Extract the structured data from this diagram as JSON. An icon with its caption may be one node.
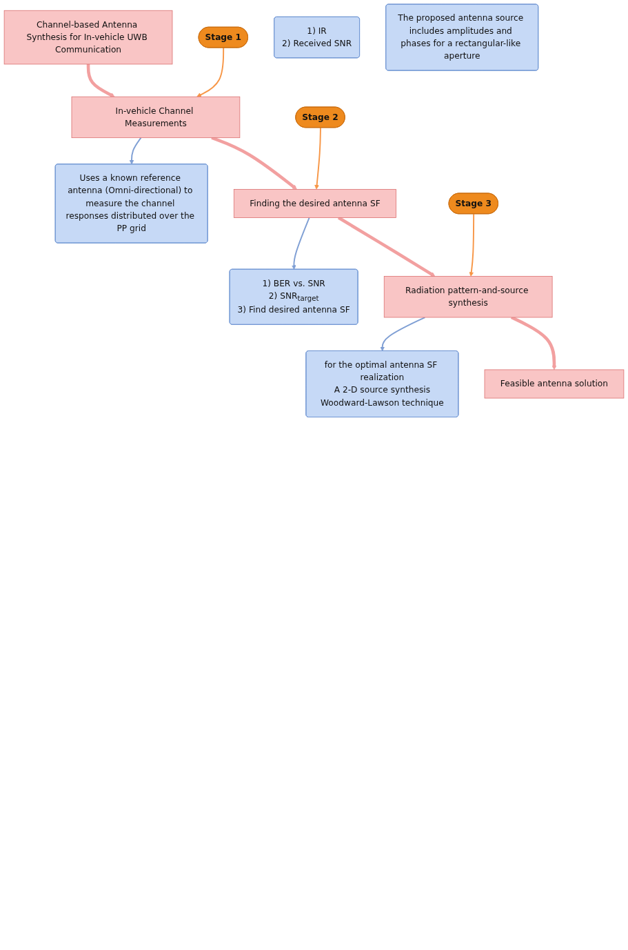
{
  "diagram": {
    "nodes": [
      {
        "text": [
          "Channel-based Antenna Synthesis for In-vehicle UWB Communication"
        ]
      },
      {
        "text": [
          "Stage 1"
        ]
      },
      {
        "text": [
          "In-vehicle Channel Measurements"
        ]
      },
      {
        "text": [
          "Uses a known reference antenna (Omni-directional) to measure the channel responses distributed over the PP grid"
        ]
      },
      {
        "text": [
          "1) IR",
          "2) Received SNR"
        ]
      },
      {
        "text": [
          "Stage 2"
        ]
      },
      {
        "text": [
          "Finding the desired antenna SF"
        ]
      },
      {
        "text": [
          "1) BER vs. SNR",
          "2) SNR$_{target}$",
          "3) Find desired antenna SF"
        ]
      },
      {
        "text": [
          "Stage 3"
        ]
      },
      {
        "text": [
          "Radiation pattern-and-source synthesis"
        ]
      },
      {
        "text": [
          "for the optimal antenna SF realization",
          "A 2-D source synthesis",
          "Woodward-Lawson technique"
        ]
      },
      {
        "text": [
          "The proposed antenna source includes amplitudes and phases for a rectangular-like aperture"
        ]
      },
      {
        "text": [
          "Feasible antenna solution"
        ]
      }
    ],
    "edges": [
      {
        "from": 0,
        "to": 2,
        "arrow": "to",
        "style": "thick"
      },
      {
        "from": 1,
        "to": 2,
        "arrow": "to",
        "color": "#f79646"
      },
      {
        "from": 2,
        "to": 3,
        "arrow": "to",
        "color": "#7f9fd4"
      },
      {
        "from": 2,
        "to": 6,
        "arrow": "to",
        "style": "thick"
      },
      {
        "from": 5,
        "to": 6,
        "arrow": "to",
        "color": "#f79646"
      },
      {
        "from": 6,
        "to": 7,
        "arrow": "to",
        "color": "#7f9fd4"
      },
      {
        "from": 6,
        "to": 9,
        "arrow": "to",
        "style": "thick"
      },
      {
        "from": 8,
        "to": 9,
        "arrow": "to",
        "color": "#f79646"
      },
      {
        "from": 9,
        "to": 10,
        "arrow": "to",
        "color": "#7f9fd4"
      },
      {
        "from": 9,
        "to": 12,
        "arrow": "to",
        "style": "thick"
      }
    ]
  }
}
